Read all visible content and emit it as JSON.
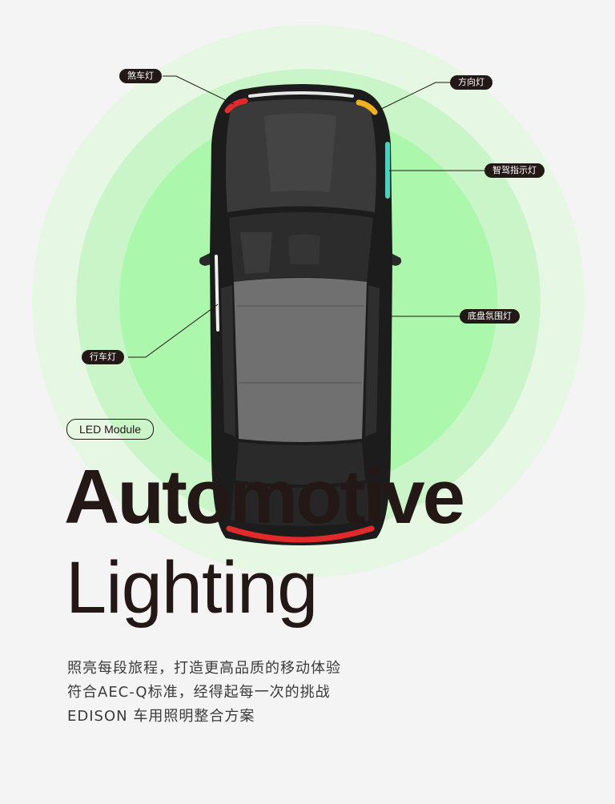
{
  "callouts": {
    "brake_light": "煞车灯",
    "turn_signal": "方向灯",
    "drive_assist_light": "智驾指示灯",
    "chassis_ambient_light": "底盘氛围灯",
    "running_light": "行车灯"
  },
  "badge": "LED Module",
  "title": {
    "line1": "Automotive",
    "line2": "Lighting"
  },
  "description": [
    "照亮每段旅程，打造更高品质的移动体验",
    "符合AEC-Q标准，经得起每一次的挑战",
    "EDISON 车用照明整合方案"
  ],
  "colors": {
    "background": "#f4f4f4",
    "glow_outer": "#e6f8e4",
    "glow_mid": "#c9f5c8",
    "glow_inner": "#abf7ab",
    "ink": "#231815",
    "brake_red": "#e32a2a",
    "turn_amber": "#f2b01c",
    "assist_teal": "#3fd6c3"
  }
}
